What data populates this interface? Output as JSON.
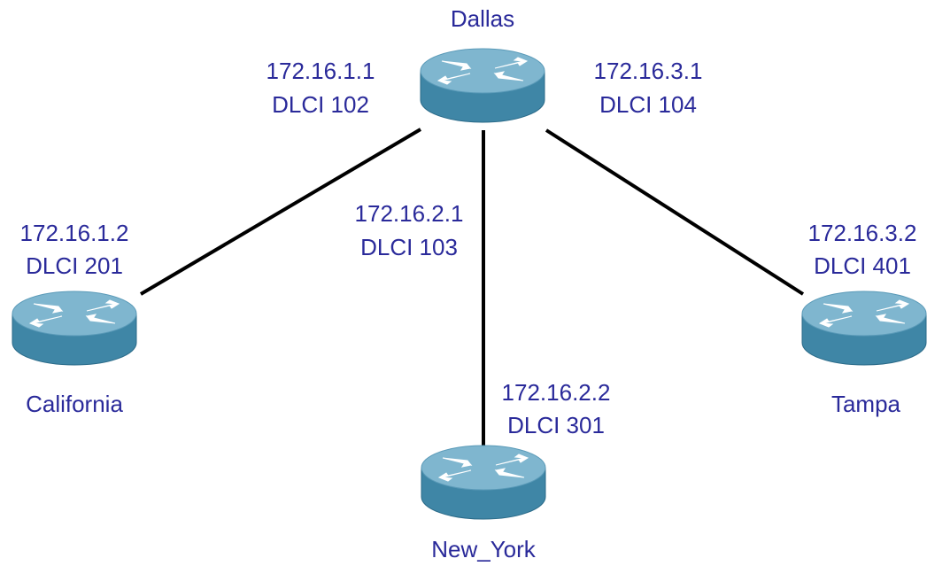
{
  "colors": {
    "label": "#2a2a9a",
    "link": "#000000",
    "router_top": "#7fb6cf",
    "router_side": "#3f86a6",
    "router_arrows": "#ffffff"
  },
  "routers": {
    "dallas": {
      "name": "Dallas",
      "icon": "router-icon"
    },
    "california": {
      "name": "California",
      "icon": "router-icon"
    },
    "new_york": {
      "name": "New_York",
      "icon": "router-icon"
    },
    "tampa": {
      "name": "Tampa",
      "icon": "router-icon"
    }
  },
  "interfaces": {
    "dallas_to_california": {
      "ip": "172.16.1.1",
      "dlci": "DLCI 102"
    },
    "dallas_to_tampa": {
      "ip": "172.16.3.1",
      "dlci": "DLCI 104"
    },
    "dallas_to_new_york": {
      "ip": "172.16.2.1",
      "dlci": "DLCI 103"
    },
    "california": {
      "ip": "172.16.1.2",
      "dlci": "DLCI 201"
    },
    "tampa": {
      "ip": "172.16.3.2",
      "dlci": "DLCI 401"
    },
    "new_york": {
      "ip": "172.16.2.2",
      "dlci": "DLCI 301"
    }
  },
  "links": [
    {
      "from": "dallas",
      "to": "california"
    },
    {
      "from": "dallas",
      "to": "new_york"
    },
    {
      "from": "dallas",
      "to": "tampa"
    }
  ]
}
